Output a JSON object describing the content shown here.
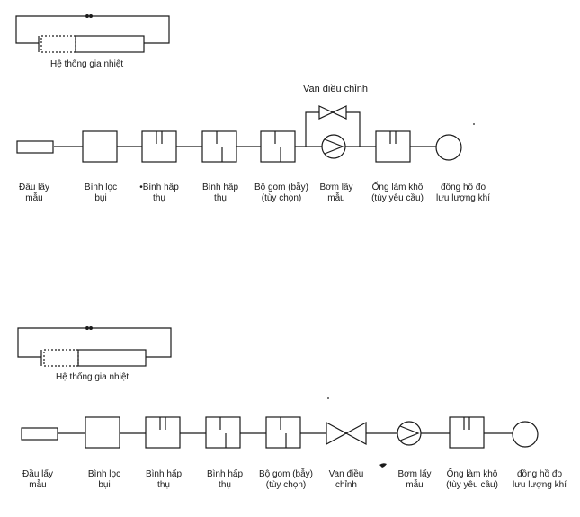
{
  "diagrams": [
    {
      "heating_label": "Hệ thống gia nhiệt",
      "valve_title": "Van điều chỉnh",
      "components": [
        {
          "line1": "Đầu lấy",
          "line2": "mẫu"
        },
        {
          "line1": "Bình lọc",
          "line2": "bụi"
        },
        {
          "line1": "•Bình hấp",
          "line2": "thụ"
        },
        {
          "line1": "Bình hấp",
          "line2": "thụ"
        },
        {
          "line1": "Bộ gom (bẫy)",
          "line2": "(tùy chọn)"
        },
        {
          "line1": "Bơm lấy",
          "line2": "mẫu"
        },
        {
          "line1": "Ống làm khô",
          "line2": "(tùy yêu cầu)"
        },
        {
          "line1": "đồng hồ đo",
          "line2": "lưu lượng khí"
        }
      ]
    },
    {
      "heating_label": "Hệ thống gia nhiệt",
      "components": [
        {
          "line1": "Đầu lấy",
          "line2": "mẫu"
        },
        {
          "line1": "Bình lọc",
          "line2": "bụi"
        },
        {
          "line1": "Bình hấp",
          "line2": "thụ"
        },
        {
          "line1": "Bình hấp",
          "line2": "thụ"
        },
        {
          "line1": "Bộ gom (bẫy)",
          "line2": "(tùy chọn)"
        },
        {
          "line1": "Van điều",
          "line2": "chỉnh"
        },
        {
          "line1": "Bơm lấy",
          "line2": "mẫu"
        },
        {
          "line1": "Ống làm khô",
          "line2": "(tùy yêu cầu)"
        },
        {
          "line1": "đồng hồ đo",
          "line2": "lưu lượng khí"
        }
      ]
    }
  ]
}
